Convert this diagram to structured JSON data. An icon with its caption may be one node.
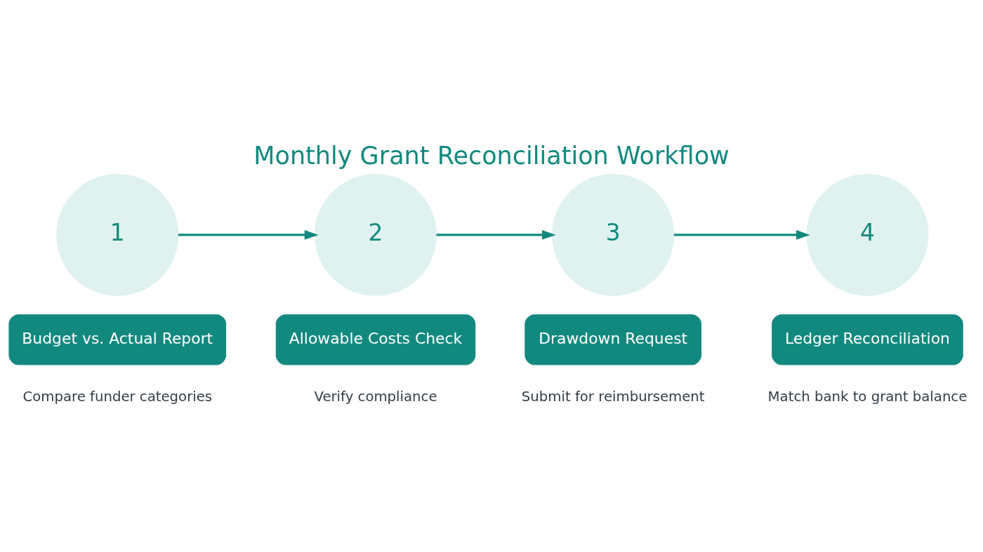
{
  "diagram": {
    "title": "Monthly Grant Reconciliation Workflow",
    "nodes": [
      {
        "text": [
          "1"
        ]
      },
      {
        "text": [
          "Budget vs. Actual Report"
        ],
        "beside": [
          "Compare funder categories"
        ]
      },
      {
        "text": [
          "2"
        ]
      },
      {
        "text": [
          "Allowable Costs Check"
        ],
        "beside": [
          "Verify compliance"
        ]
      },
      {
        "text": [
          "3"
        ]
      },
      {
        "text": [
          "Drawdown Request"
        ],
        "beside": [
          "Submit for reimbursement"
        ]
      },
      {
        "text": [
          "4"
        ]
      },
      {
        "text": [
          "Ledger Reconciliation"
        ],
        "beside": [
          "Match bank to grant balance"
        ]
      }
    ],
    "edges": [
      {
        "from": 0,
        "to": 2,
        "arrow": "to"
      },
      {
        "from": 2,
        "to": 4,
        "arrow": "to"
      },
      {
        "from": 4,
        "to": 6,
        "arrow": "to"
      }
    ]
  }
}
